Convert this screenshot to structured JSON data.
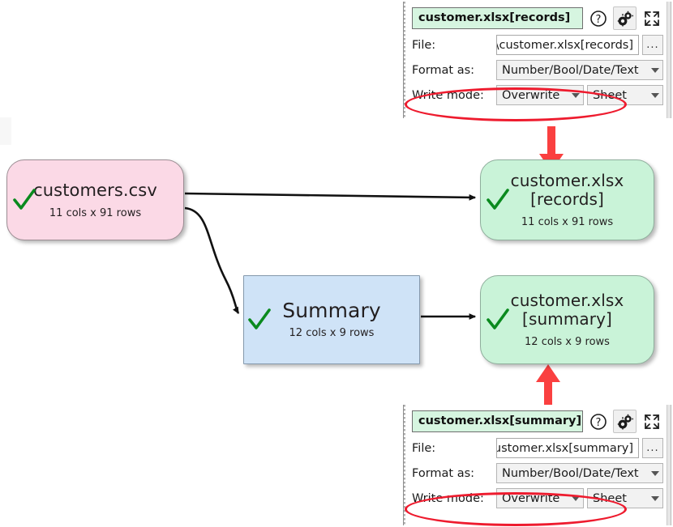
{
  "app": {
    "kind": "data-transform-flow-diagram"
  },
  "diagram": {
    "nodes": [
      {
        "id": "customers-csv",
        "type": "source",
        "title": "customers.csv",
        "subtitle": "11 cols x 91 rows",
        "color": "#fbd9e6",
        "status_icon": "green-check",
        "shape": "rounded"
      },
      {
        "id": "customer-xlsx-records",
        "type": "target",
        "title_line1": "customer.xlsx",
        "title_line2": "[records]",
        "subtitle": "11 cols x 91 rows",
        "color": "#c9f3d8",
        "status_icon": "green-check",
        "shape": "rounded"
      },
      {
        "id": "summary",
        "type": "transform",
        "title": "Summary",
        "subtitle": "12 cols x 9 rows",
        "color": "#cfe3f7",
        "status_icon": "green-check",
        "shape": "rectangle"
      },
      {
        "id": "customer-xlsx-summary",
        "type": "target",
        "title_line1": "customer.xlsx",
        "title_line2": "[summary]",
        "subtitle": "12 cols x 9 rows",
        "color": "#c9f3d8",
        "status_icon": "green-check",
        "shape": "rounded"
      }
    ],
    "edges": [
      {
        "from": "customers-csv",
        "to": "customer-xlsx-records"
      },
      {
        "from": "customers-csv",
        "to": "summary"
      },
      {
        "from": "summary",
        "to": "customer-xlsx-summary"
      }
    ],
    "annotations": {
      "arrow_color": "#fa4040",
      "highlight_color": "#ee1b2e",
      "arrow_top_label": "points-down-to-records-node",
      "arrow_bottom_label": "points-up-to-summary-node"
    }
  },
  "panel_top": {
    "title": "customer.xlsx[records]",
    "icons": {
      "help": "help-icon",
      "settings": "gears-icon",
      "expand": "expand-icon"
    },
    "rows": {
      "file_label": "File:",
      "file_value": "op\\customer.xlsx[records]",
      "browse_label": "...",
      "format_label": "Format as:",
      "format_value": "Number/Bool/Date/Text",
      "write_mode_label": "Write mode:",
      "write_mode_value": "Overwrite",
      "sheet_value": "Sheet"
    }
  },
  "panel_bottom": {
    "title": "customer.xlsx[summary]",
    "icons": {
      "help": "help-icon",
      "settings": "gears-icon",
      "expand": "expand-icon"
    },
    "rows": {
      "file_label": "File:",
      "file_value": "\\customer.xlsx[summary]",
      "browse_label": "...",
      "format_label": "Format as:",
      "format_value": "Number/Bool/Date/Text",
      "write_mode_label": "Write mode:",
      "write_mode_value": "Overwrite",
      "sheet_value": "Sheet"
    }
  }
}
